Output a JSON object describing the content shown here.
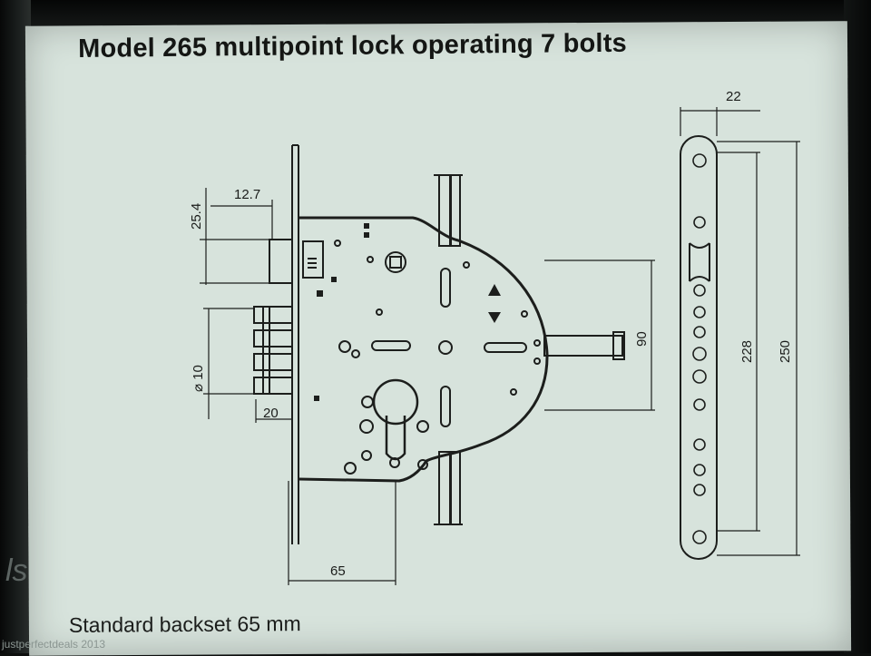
{
  "title": "Model 265 multipoint lock operating 7 bolts",
  "footer": "Standard backset 65 mm",
  "watermark": "justperfectdeals 2013",
  "edge_glyph": "ls",
  "dimensions": {
    "d_12_7": "12.7",
    "d_25_4": "25.4",
    "d_10": "⌀ 10",
    "d_20": "20",
    "d_65": "65",
    "d_90": "90",
    "d_22": "22",
    "d_228": "228",
    "d_250": "250"
  }
}
